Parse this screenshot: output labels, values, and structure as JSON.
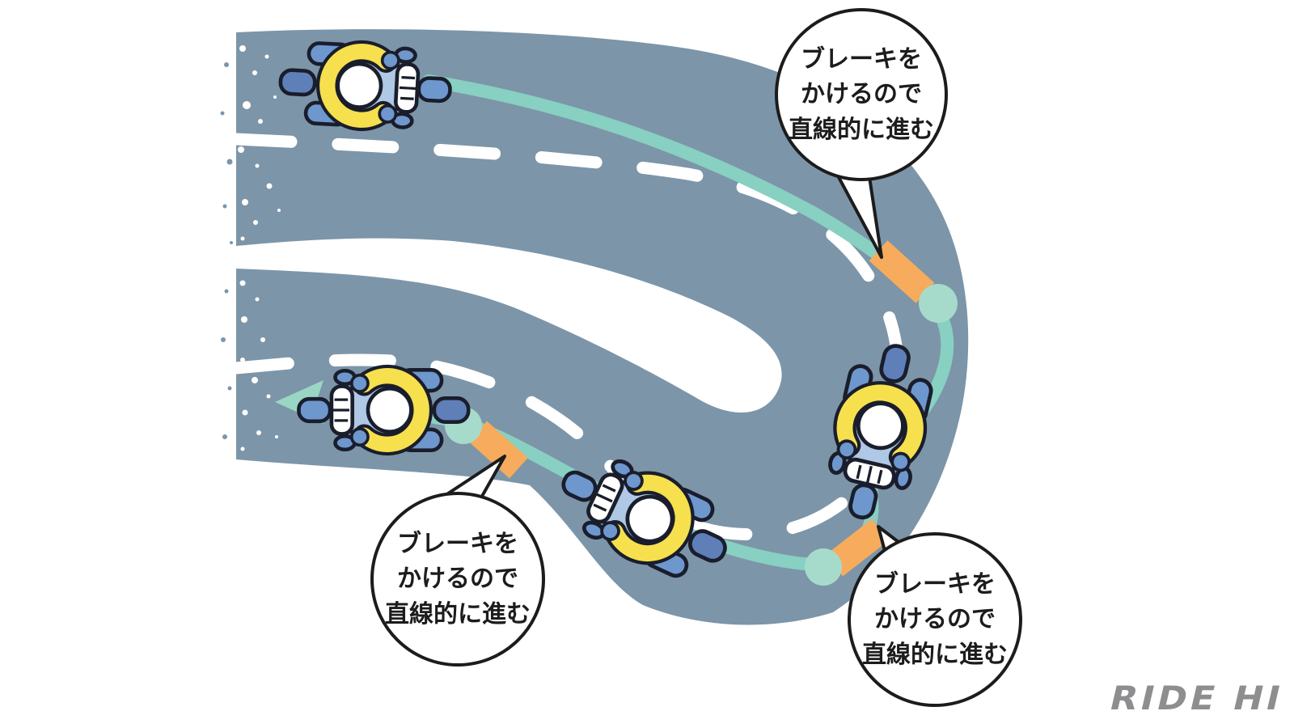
{
  "bubbles": [
    {
      "name": "bubble-brake-top-right",
      "lines": [
        "ブレーキを",
        "かけるので",
        "直線的に進む"
      ]
    },
    {
      "name": "bubble-brake-bottom-left",
      "lines": [
        "ブレーキを",
        "かけるので",
        "直線的に進む"
      ]
    },
    {
      "name": "bubble-brake-bottom-right",
      "lines": [
        "ブレーキを",
        "かけるので",
        "直線的に進む"
      ]
    }
  ],
  "logo": {
    "text": "RIDE HI"
  },
  "icons": {
    "motorcycle-icon": "top-view cartoon motorcycle (svg shapes)",
    "direction-arrow-icon": "◀",
    "brake-zone-marker": "orange rotated rectangle",
    "turn-in-point-marker": "teal circle"
  },
  "colors": {
    "road": "#7C95A9",
    "lane_dash": "#FFFFFF",
    "line": "#88D0C1",
    "marker_circle": "#A6DBCB",
    "arrow": "#9AD6C4",
    "brake_zone": "#F6AC5C",
    "bubble_stroke": "#1C1C1C",
    "text": "#1C1C1C",
    "logo": "#8E8E90",
    "bike_outline": "#1A1D2B",
    "bike_jacket": "#F6E04D",
    "bike_blue": "#6E97CE",
    "bike_light_blue": "#AFC8E6",
    "bike_wheel": "#5F7FB8"
  }
}
